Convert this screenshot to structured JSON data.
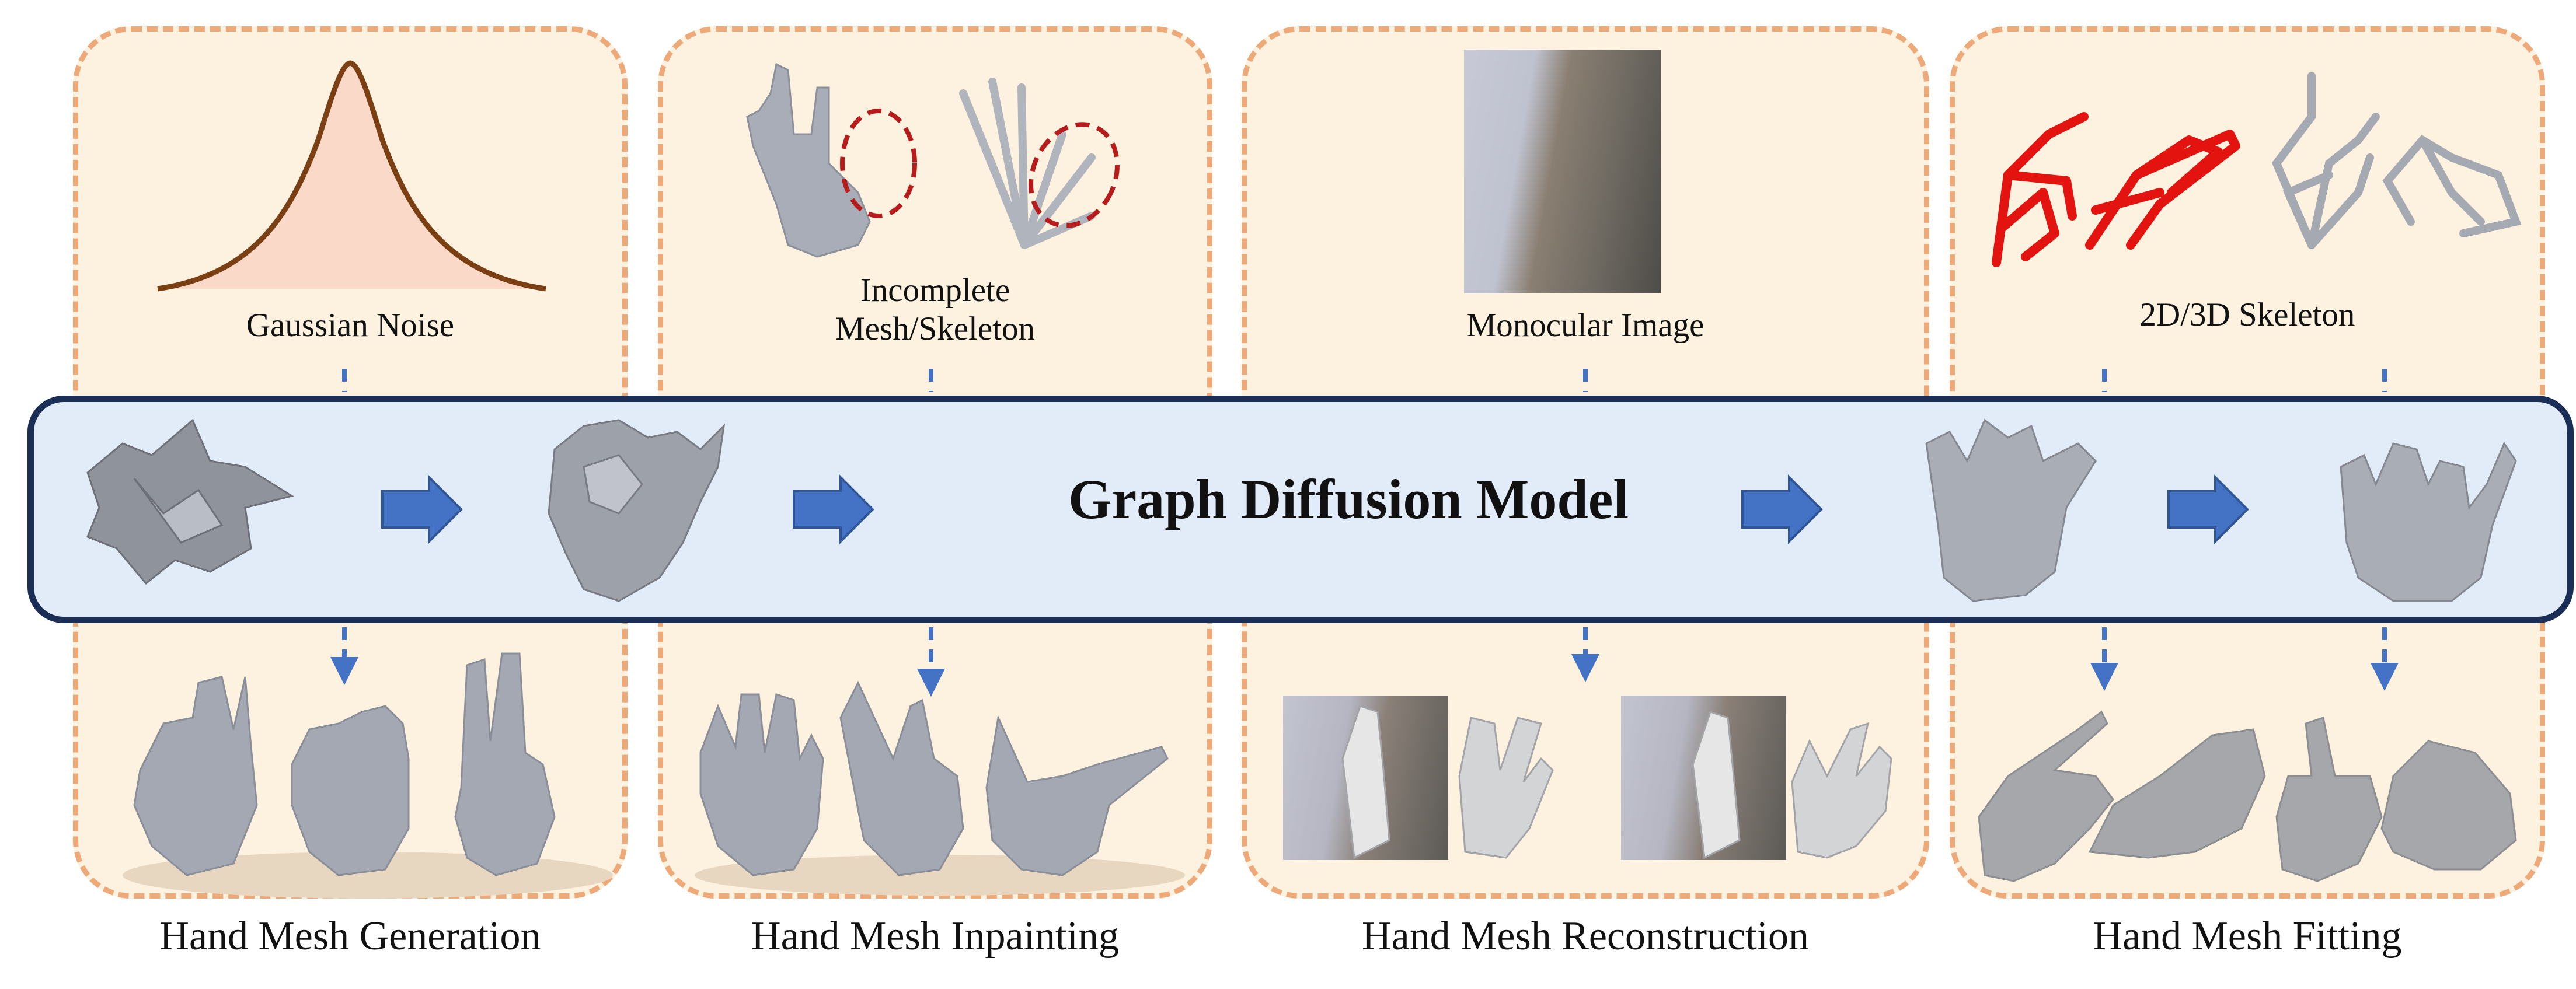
{
  "center": {
    "title": "Graph Diffusion Model"
  },
  "panels": [
    {
      "label": "Gaussian Noise",
      "caption": "Hand Mesh Generation"
    },
    {
      "label": "Incomplete\nMesh/Skeleton",
      "caption": "Hand Mesh Inpainting"
    },
    {
      "label": "Monocular Image",
      "caption": "Hand Mesh Reconstruction"
    },
    {
      "label": "2D/3D Skeleton",
      "caption": "Hand Mesh Fitting"
    }
  ],
  "colors": {
    "panel_fill": "#fdf2df",
    "panel_border": "#eea979",
    "band_fill": "#e2ecf9",
    "band_border": "#1b2e55",
    "arrow": "#4472c4",
    "curve": "#7a3f12",
    "skeleton_2d": "#e3140f",
    "inpaint_circle": "#b71c1c"
  },
  "icons": [
    "gaussian-curve-icon",
    "hand-mesh-icon",
    "hand-skeleton-icon",
    "block-arrow-icon",
    "photo-icon"
  ]
}
